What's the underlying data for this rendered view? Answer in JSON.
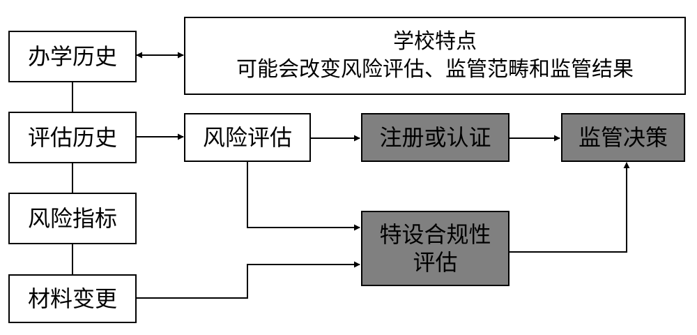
{
  "nodes": {
    "school_history": "办学历史",
    "eval_history": "评估历史",
    "risk_indicator": "风险指标",
    "material_change": "材料变更",
    "school_features_title": "学校特点",
    "school_features_desc": "可能会改变风险评估、监管范畴和监管结果",
    "risk_assessment": "风险评估",
    "registration": "注册或认证",
    "decision": "监管决策",
    "special_compliance_line1": "特设合规性",
    "special_compliance_line2": "评估"
  },
  "colors": {
    "stroke": "#000000",
    "box_white": "#ffffff",
    "box_gray": "#808080"
  }
}
